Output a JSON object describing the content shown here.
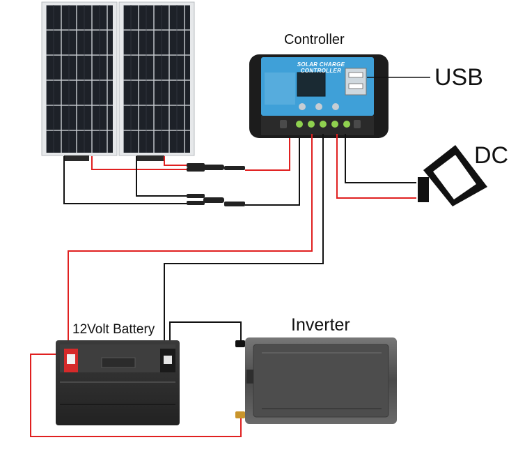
{
  "labels": {
    "controller": "Controller",
    "usb": "USB",
    "dc": "DC",
    "battery": "12Volt Battery",
    "inverter": "Inverter",
    "controller_panel_title": "SOLAR CHARGE CONTROLLER"
  },
  "colors": {
    "positive_wire": "#e02020",
    "negative_wire": "#111111",
    "controller_face": "#3fa0d8",
    "panel_cells": "#1d2128",
    "battery_body": "#2f2f2f",
    "inverter_body": "#555555"
  },
  "icons": {
    "solar_panel": "solar-panel-icon",
    "controller": "charge-controller-icon",
    "usb_ports": "usb-port-icon",
    "dc_lamp": "flood-light-icon",
    "battery": "battery-icon",
    "inverter": "inverter-icon"
  }
}
